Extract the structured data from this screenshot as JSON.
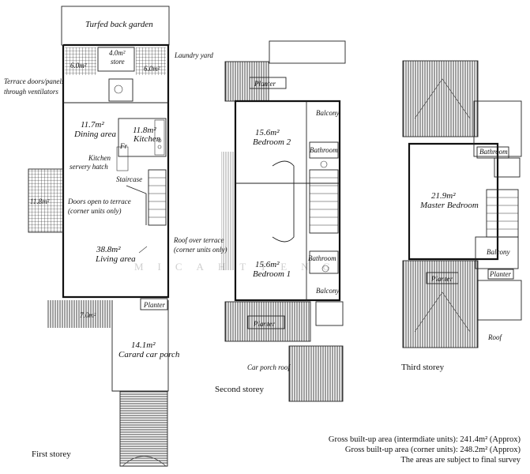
{
  "first": {
    "garden": "Turfed back garden",
    "area_6a": "6.0m²",
    "store_area": "4.0m²",
    "store": "store",
    "area_6b": "6.0m²",
    "laundry": "Laundry yard",
    "terrace_doors_1": "Terrace doors/panels",
    "terrace_doors_2": "through ventilators",
    "dining_area": "11.7m²",
    "dining": "Dining area",
    "kitchen_area": "11.8m²",
    "kitchen": "Kitchen",
    "fr": "Fr",
    "hatch_1": "Kitchen",
    "hatch_2": "servery hatch",
    "staircase": "Staircase",
    "terrace_area": "11.8m²",
    "doors_1": "Doors open to terrace",
    "doors_2": "(corner units only)",
    "living_area": "38.8m²",
    "living": "Living area",
    "roof_terrace_1": "Roof over terrace",
    "roof_terrace_2": "(corner units only)",
    "area_7": "7.0m²",
    "planter": "Planter",
    "porch_area": "14.1m²",
    "porch": "Carard car porch",
    "storey": "First storey"
  },
  "second": {
    "planter_top": "Planter",
    "balcony_top": "Balcony",
    "bed2_area": "15.6m²",
    "bed2": "Bedroom 2",
    "bathroom_a": "Bathroom",
    "bed1_area": "15.6m²",
    "bed1": "Bedroom 1",
    "bathroom_b": "Bathroom",
    "balcony_bottom": "Balcony",
    "planter_bottom": "Planter",
    "car_porch_roof": "Car porch roof",
    "storey": "Second storey"
  },
  "third": {
    "bathroom": "Bathroom",
    "master_area": "21.9m²",
    "master": "Master Bedroom",
    "balcony": "Balcony",
    "planter_a": "Planter",
    "planter_b": "Planter",
    "roof": "Roof",
    "storey": "Third storey"
  },
  "watermark": "MICAHTTENG",
  "notes": {
    "line1": "Gross built-up area (intermdiate units): 241.4m² (Approx)",
    "line2": "Gross built-up area (corner units): 248.2m² (Approx)",
    "line3": "The areas are subject to final survey"
  }
}
